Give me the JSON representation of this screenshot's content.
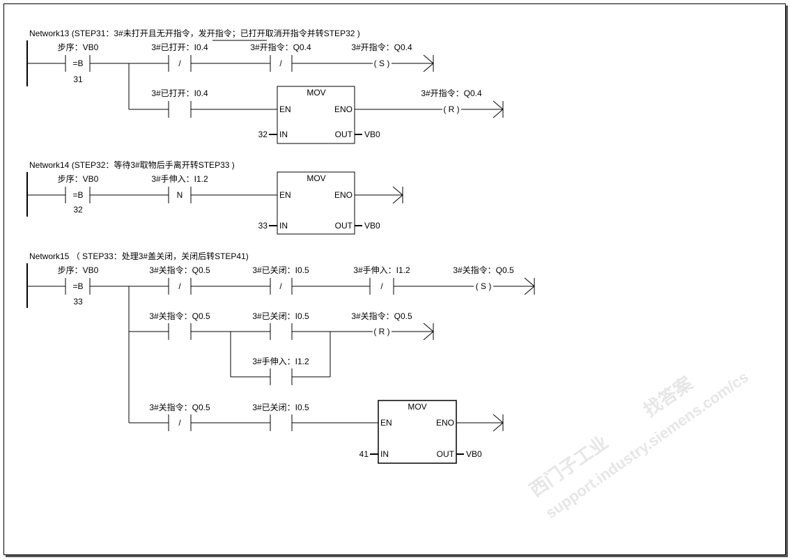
{
  "watermark": {
    "brand": "西门子工业",
    "url": "support.industry.siemens.com/cs",
    "tag": "找答案"
  },
  "networks": [
    {
      "title": "Network13 (STEP31：3#未打开且无开指令，发开指令；已打开取消开指令并转STEP32 )",
      "compare": {
        "label": "步序：VB0",
        "op": "=B",
        "value": "31"
      },
      "c1": {
        "label": "3#已打开：I0.4",
        "symbol": "/"
      },
      "c2": {
        "label": "3#开指令：Q0.4",
        "symbol": "/"
      },
      "coil_set": {
        "label": "3#开指令：Q0.4",
        "symbol": "( S )"
      },
      "c3": {
        "label": "3#已打开：I0.4"
      },
      "mov": {
        "title": "MOV",
        "en": "EN",
        "eno": "ENO",
        "in": "IN",
        "out": "OUT",
        "in_value": "32",
        "out_value": "VB0"
      },
      "coil_reset": {
        "label": "3#开指令：Q0.4",
        "symbol": "( R )"
      }
    },
    {
      "title": "Network14 (STEP32：等待3#取物后手离开转STEP33 )",
      "compare": {
        "label": "步序：VB0",
        "op": "=B",
        "value": "32"
      },
      "c1": {
        "label": "3#手伸入：I1.2",
        "symbol": "N"
      },
      "mov": {
        "title": "MOV",
        "en": "EN",
        "eno": "ENO",
        "in": "IN",
        "out": "OUT",
        "in_value": "33",
        "out_value": "VB0"
      }
    },
    {
      "title": "Network15 （ STEP33：处理3#盖关闭，关闭后转STEP41)",
      "compare": {
        "label": "步序：VB0",
        "op": "=B",
        "value": "33"
      },
      "c1": {
        "label": "3#关指令：Q0.5",
        "symbol": "/"
      },
      "c2": {
        "label": "3#已关闭：I0.5",
        "symbol": "/"
      },
      "c3": {
        "label": "3#手伸入：I1.2",
        "symbol": "/"
      },
      "coil_set": {
        "label": "3#关指令：Q0.5",
        "symbol": "( S )"
      },
      "c4": {
        "label": "3#关指令：Q0.5"
      },
      "c5": {
        "label": "3#已关闭：I0.5"
      },
      "c6": {
        "label": "3#手伸入：I1.2"
      },
      "coil_reset": {
        "label": "3#关指令：Q0.5",
        "symbol": "( R )"
      },
      "c7": {
        "label": "3#关指令：Q0.5",
        "symbol": "/"
      },
      "c8": {
        "label": "3#已关闭：I0.5"
      },
      "mov": {
        "title": "MOV",
        "en": "EN",
        "eno": "ENO",
        "in": "IN",
        "out": "OUT",
        "in_value": "41",
        "out_value": "VB0"
      }
    }
  ]
}
